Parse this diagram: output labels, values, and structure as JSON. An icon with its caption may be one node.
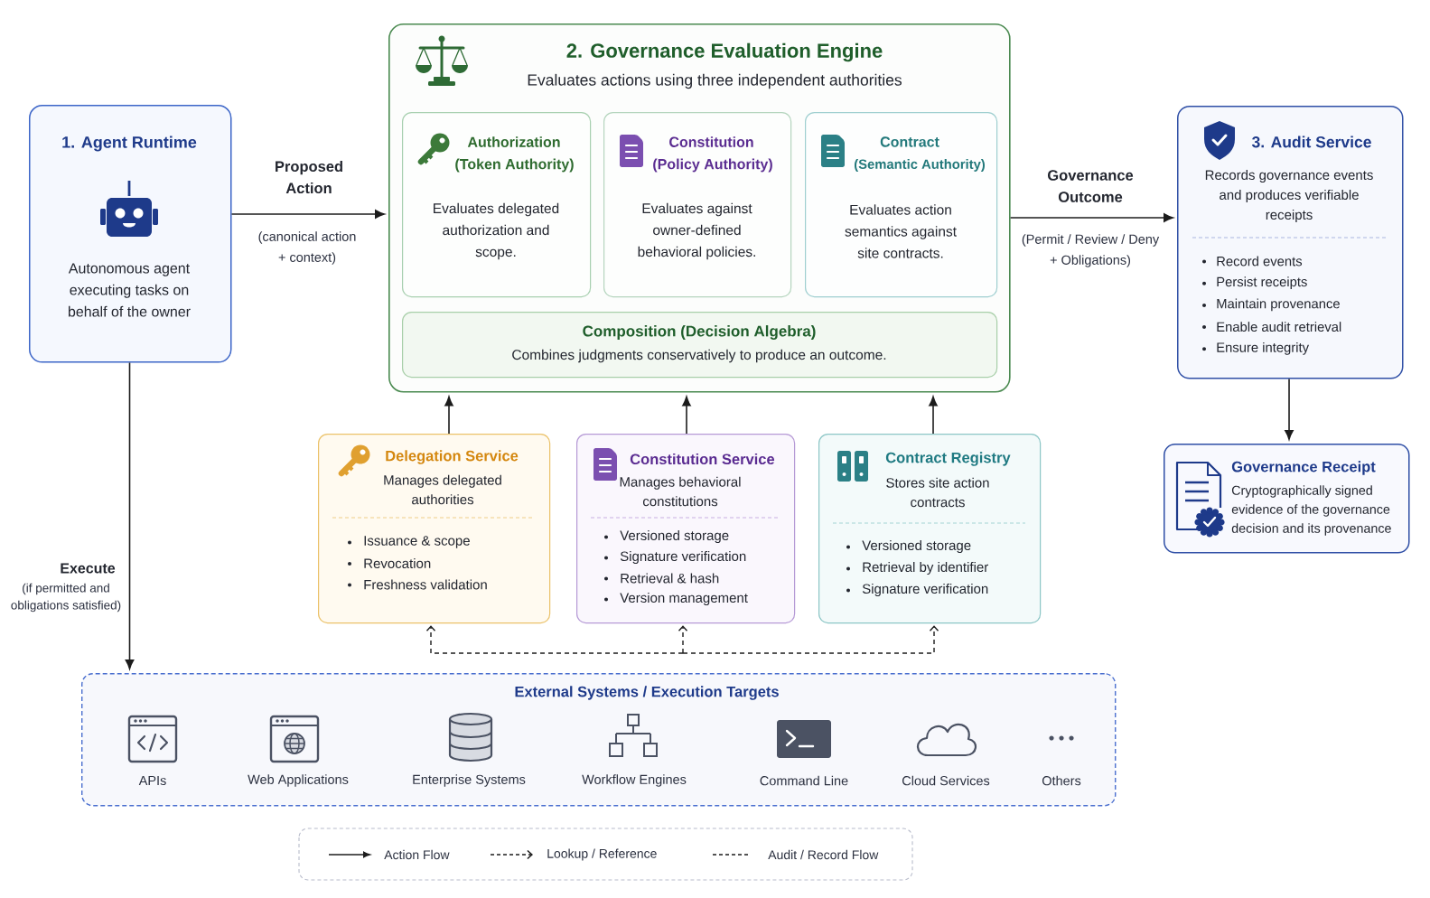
{
  "diagram": {
    "nodes": [
      {
        "text": [
          "1. Agent Runtime",
          "Autonomous agent executing tasks on behalf of the owner"
        ]
      },
      {
        "text": [
          "2. Governance Evaluation Engine",
          "Evaluates actions using three independent authorities"
        ]
      },
      {
        "text": [
          "Authorization",
          "(Token Authority)",
          "Evaluates delegated authorization and scope."
        ],
        "in": 1
      },
      {
        "text": [
          "Constitution",
          "(Policy Authority)",
          "Evaluates against owner-defined behavioral policies."
        ],
        "in": 1
      },
      {
        "text": [
          "Contract",
          "(Semantic Authority)",
          "Evaluates action semantics against site contracts."
        ],
        "in": 1
      },
      {
        "text": [
          "Composition (Decision Algebra)",
          "Combines judgments conservatively to produce an outcome."
        ],
        "in": 1
      },
      {
        "text": [
          "3. Audit Service",
          "Records governance events and produces verifiable receipts",
          "Record events",
          "Persist receipts",
          "Maintain provenance",
          "Enable audit retrieval",
          "Ensure integrity"
        ]
      },
      {
        "text": [
          "Governance Receipt",
          "Cryptographically signed evidence of the governance decision and its provenance"
        ]
      },
      {
        "text": [
          "Delegation Service",
          "Manages delegated authorities",
          "Issuance & scope",
          "Revocation",
          "Freshness validation"
        ]
      },
      {
        "text": [
          "Constitution Service",
          "Manages behavioral constitutions",
          "Versioned storage",
          "Signature verification",
          "Retrieval & hash",
          "Version management"
        ]
      },
      {
        "text": [
          "Contract Registry",
          "Stores site action contracts",
          "Versioned storage",
          "Retrieval by identifier",
          "Signature verification"
        ]
      },
      {
        "text": [
          "External Systems / Execution Targets"
        ]
      }
    ],
    "edges": [
      {
        "from": 0,
        "to": 1,
        "arrow": "to",
        "label": "Proposed Action"
      },
      {
        "from": 1,
        "to": 6,
        "arrow": "to",
        "label": "Governance Outcome"
      },
      {
        "from": 6,
        "to": 7,
        "arrow": "to"
      },
      {
        "from": 0,
        "to": 11,
        "arrow": "to",
        "label": "Execute"
      },
      {
        "from": 8,
        "to": 1,
        "arrow": "to"
      },
      {
        "from": 9,
        "to": 1,
        "arrow": "to"
      },
      {
        "from": 10,
        "to": 1,
        "arrow": "to"
      },
      {
        "from": null,
        "to": 8,
        "arrow": "to",
        "style": "dashed"
      },
      {
        "from": null,
        "to": 9,
        "arrow": "to",
        "style": "dashed"
      },
      {
        "from": null,
        "to": 10,
        "arrow": "to",
        "style": "dashed"
      }
    ],
    "labels": [
      "(canonical action + context)",
      "(Permit / Review / Deny + Obligations)",
      "(if permitted and obligations satisfied)",
      "APIs",
      "Web Applications",
      "Enterprise Systems",
      "Workflow Engines",
      "Command Line",
      "Cloud Services",
      "Others"
    ],
    "legend": [
      {
        "text": "Action Flow"
      },
      {
        "text": "Lookup / Reference"
      },
      {
        "text": "Audit / Record Flow"
      }
    ]
  }
}
